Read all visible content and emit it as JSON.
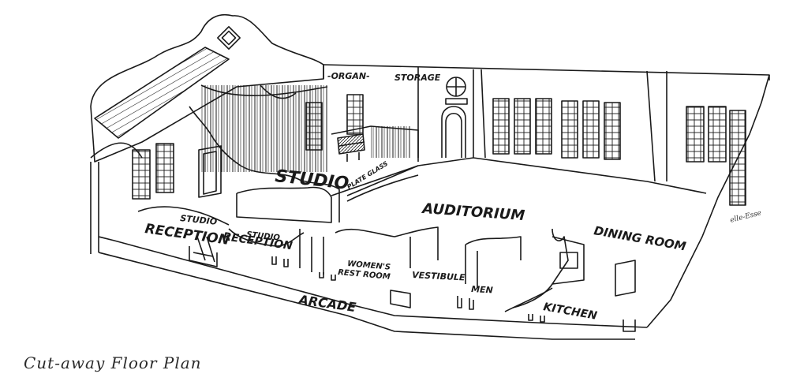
{
  "caption": "Cut-away Floor Plan",
  "signature": "elle-Esse",
  "labels": {
    "organ": "-ORGAN-",
    "storage": "STORAGE",
    "studio": "STUDIO",
    "plate_glass": "PLATE GLASS",
    "auditorium": "AUDITORIUM",
    "studio_reception_1_top": "STUDIO",
    "studio_reception_1_bottom": "RECEPTION",
    "studio_reception_2_top": "STUDIO",
    "studio_reception_2_bottom": "RECEPTION",
    "womens_top": "WOMEN'S",
    "womens_bottom": "REST ROOM",
    "vestibule": "VESTIBULE",
    "men": "MEN",
    "dining_room": "DINING ROOM",
    "arcade": "ARCADE",
    "kitchen": "KITCHEN"
  },
  "colors": {
    "ink": "#1a1a1a",
    "paper": "#ffffff"
  }
}
